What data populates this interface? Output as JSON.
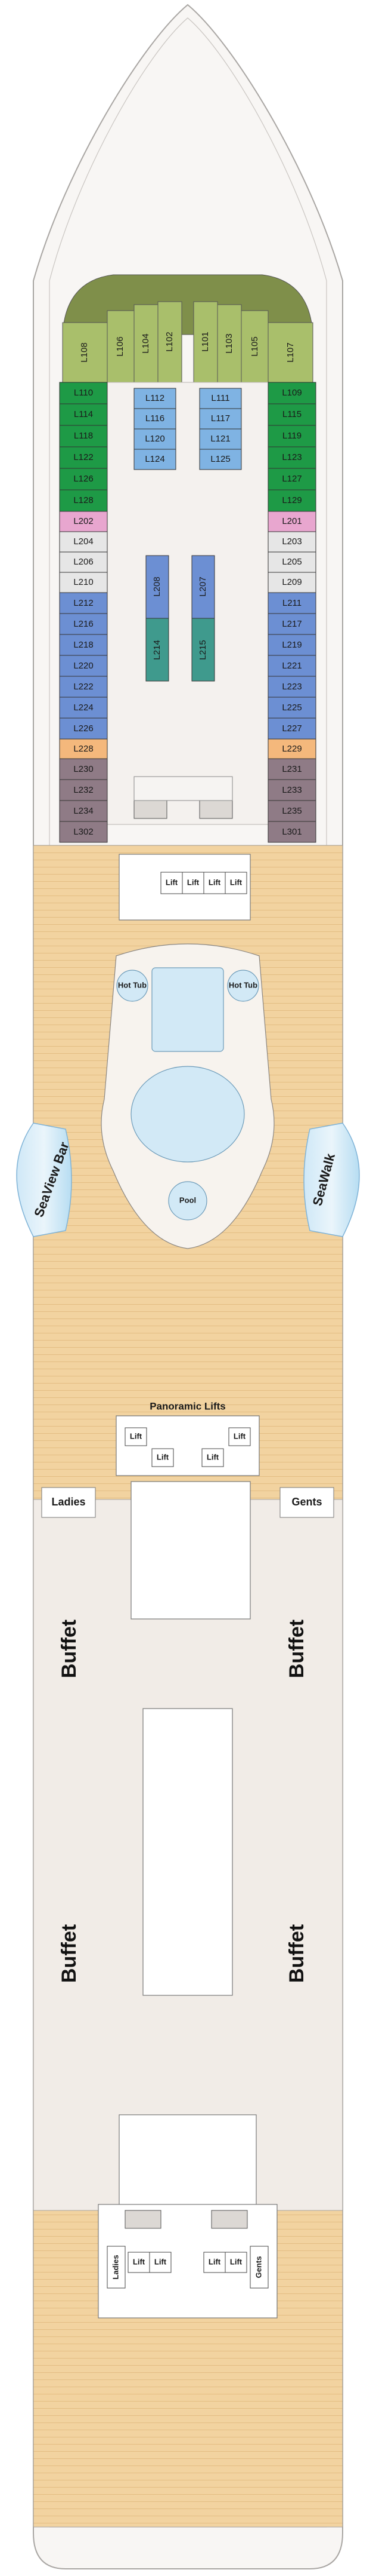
{
  "colors": {
    "green_dark": "#1e9a46",
    "green_olive": "#a9bf6b",
    "blue": "#6c8fd3",
    "blue_light": "#7fb3e3",
    "grey_light": "#e6e6e6",
    "pink": "#e8a6cf",
    "orange": "#f4b87c",
    "mauve": "#8f7b86",
    "teal": "#3f9a8d",
    "deck_wood": "#f2d3a0",
    "hull": "#f7f5f3",
    "indoor": "#f1ece7"
  },
  "cabins": {
    "fwd_left": [
      "L108",
      "L106"
    ],
    "fwd_mid_left": [
      "L104",
      "L102"
    ],
    "fwd_mid_right": [
      "L101",
      "L103"
    ],
    "fwd_right": [
      "L105",
      "L107"
    ],
    "port_green": [
      "L110",
      "L114",
      "L118",
      "L122",
      "L126",
      "L128"
    ],
    "starboard_green": [
      "L109",
      "L115",
      "L119",
      "L123",
      "L127",
      "L129"
    ],
    "inner_left": [
      "L112",
      "L116",
      "L120",
      "L124"
    ],
    "inner_right": [
      "L111",
      "L117",
      "L121",
      "L125"
    ],
    "port_pink": "L202",
    "starboard_pink": "L201",
    "port_grey": [
      "L204",
      "L206",
      "L210"
    ],
    "starboard_grey": [
      "L203",
      "L205",
      "L209"
    ],
    "port_blue": [
      "L212",
      "L216",
      "L218",
      "L220",
      "L222",
      "L224",
      "L226"
    ],
    "starboard_blue": [
      "L211",
      "L217",
      "L219",
      "L221",
      "L223",
      "L225",
      "L227"
    ],
    "inner_blue_left": "L208",
    "inner_blue_right": "L207",
    "inner_teal_left": "L214",
    "inner_teal_right": "L215",
    "port_orange": "L228",
    "starboard_orange": "L229",
    "port_mauve": [
      "L230",
      "L232",
      "L234",
      "L302"
    ],
    "starboard_mauve": [
      "L231",
      "L233",
      "L235",
      "L301"
    ]
  },
  "labels": {
    "lift": "Lift",
    "hot_tub": "Hot Tub",
    "pool": "Pool",
    "seaview_bar": "SeaView Bar",
    "seawalk": "SeaWalk",
    "panoramic_lifts": "Panoramic Lifts",
    "ladies": "Ladies",
    "gents": "Gents",
    "buffet": "Buffet"
  }
}
